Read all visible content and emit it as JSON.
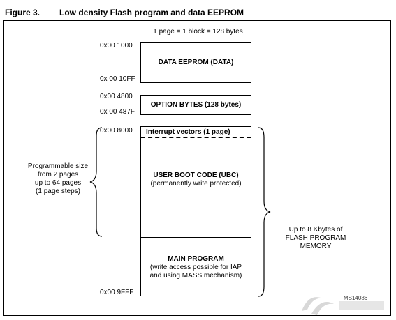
{
  "figure": {
    "number": "Figure 3.",
    "title": "Low density Flash program and data EEPROM"
  },
  "header_note": "1 page = 1 block = 128 bytes",
  "addresses": {
    "eeprom_start": "0x00 1000",
    "eeprom_end": "0x 00 10FF",
    "option_start": "0x00 4800",
    "option_end": "0x 00 487F",
    "flash_start": "0x00 8000",
    "flash_end": "0x00 9FFF"
  },
  "blocks": {
    "data_eeprom": "DATA EEPROM (DATA)",
    "option_bytes": "OPTION BYTES (128 bytes)",
    "interrupt_vectors": "Interrupt vectors (1 page)",
    "ubc_title": "USER BOOT CODE (UBC)",
    "ubc_sub": "(permanently write protected)",
    "main_title": "MAIN PROGRAM",
    "main_sub_1": "(write access possible for IAP",
    "main_sub_2": "and using MASS mechanism)"
  },
  "left_note": [
    "Programmable size",
    "from 2 pages",
    "up to 64 pages",
    "(1 page steps)"
  ],
  "right_note": [
    "Up to 8 Kbytes of",
    "FLASH PROGRAM",
    "MEMORY"
  ],
  "figure_id": "MS14086"
}
